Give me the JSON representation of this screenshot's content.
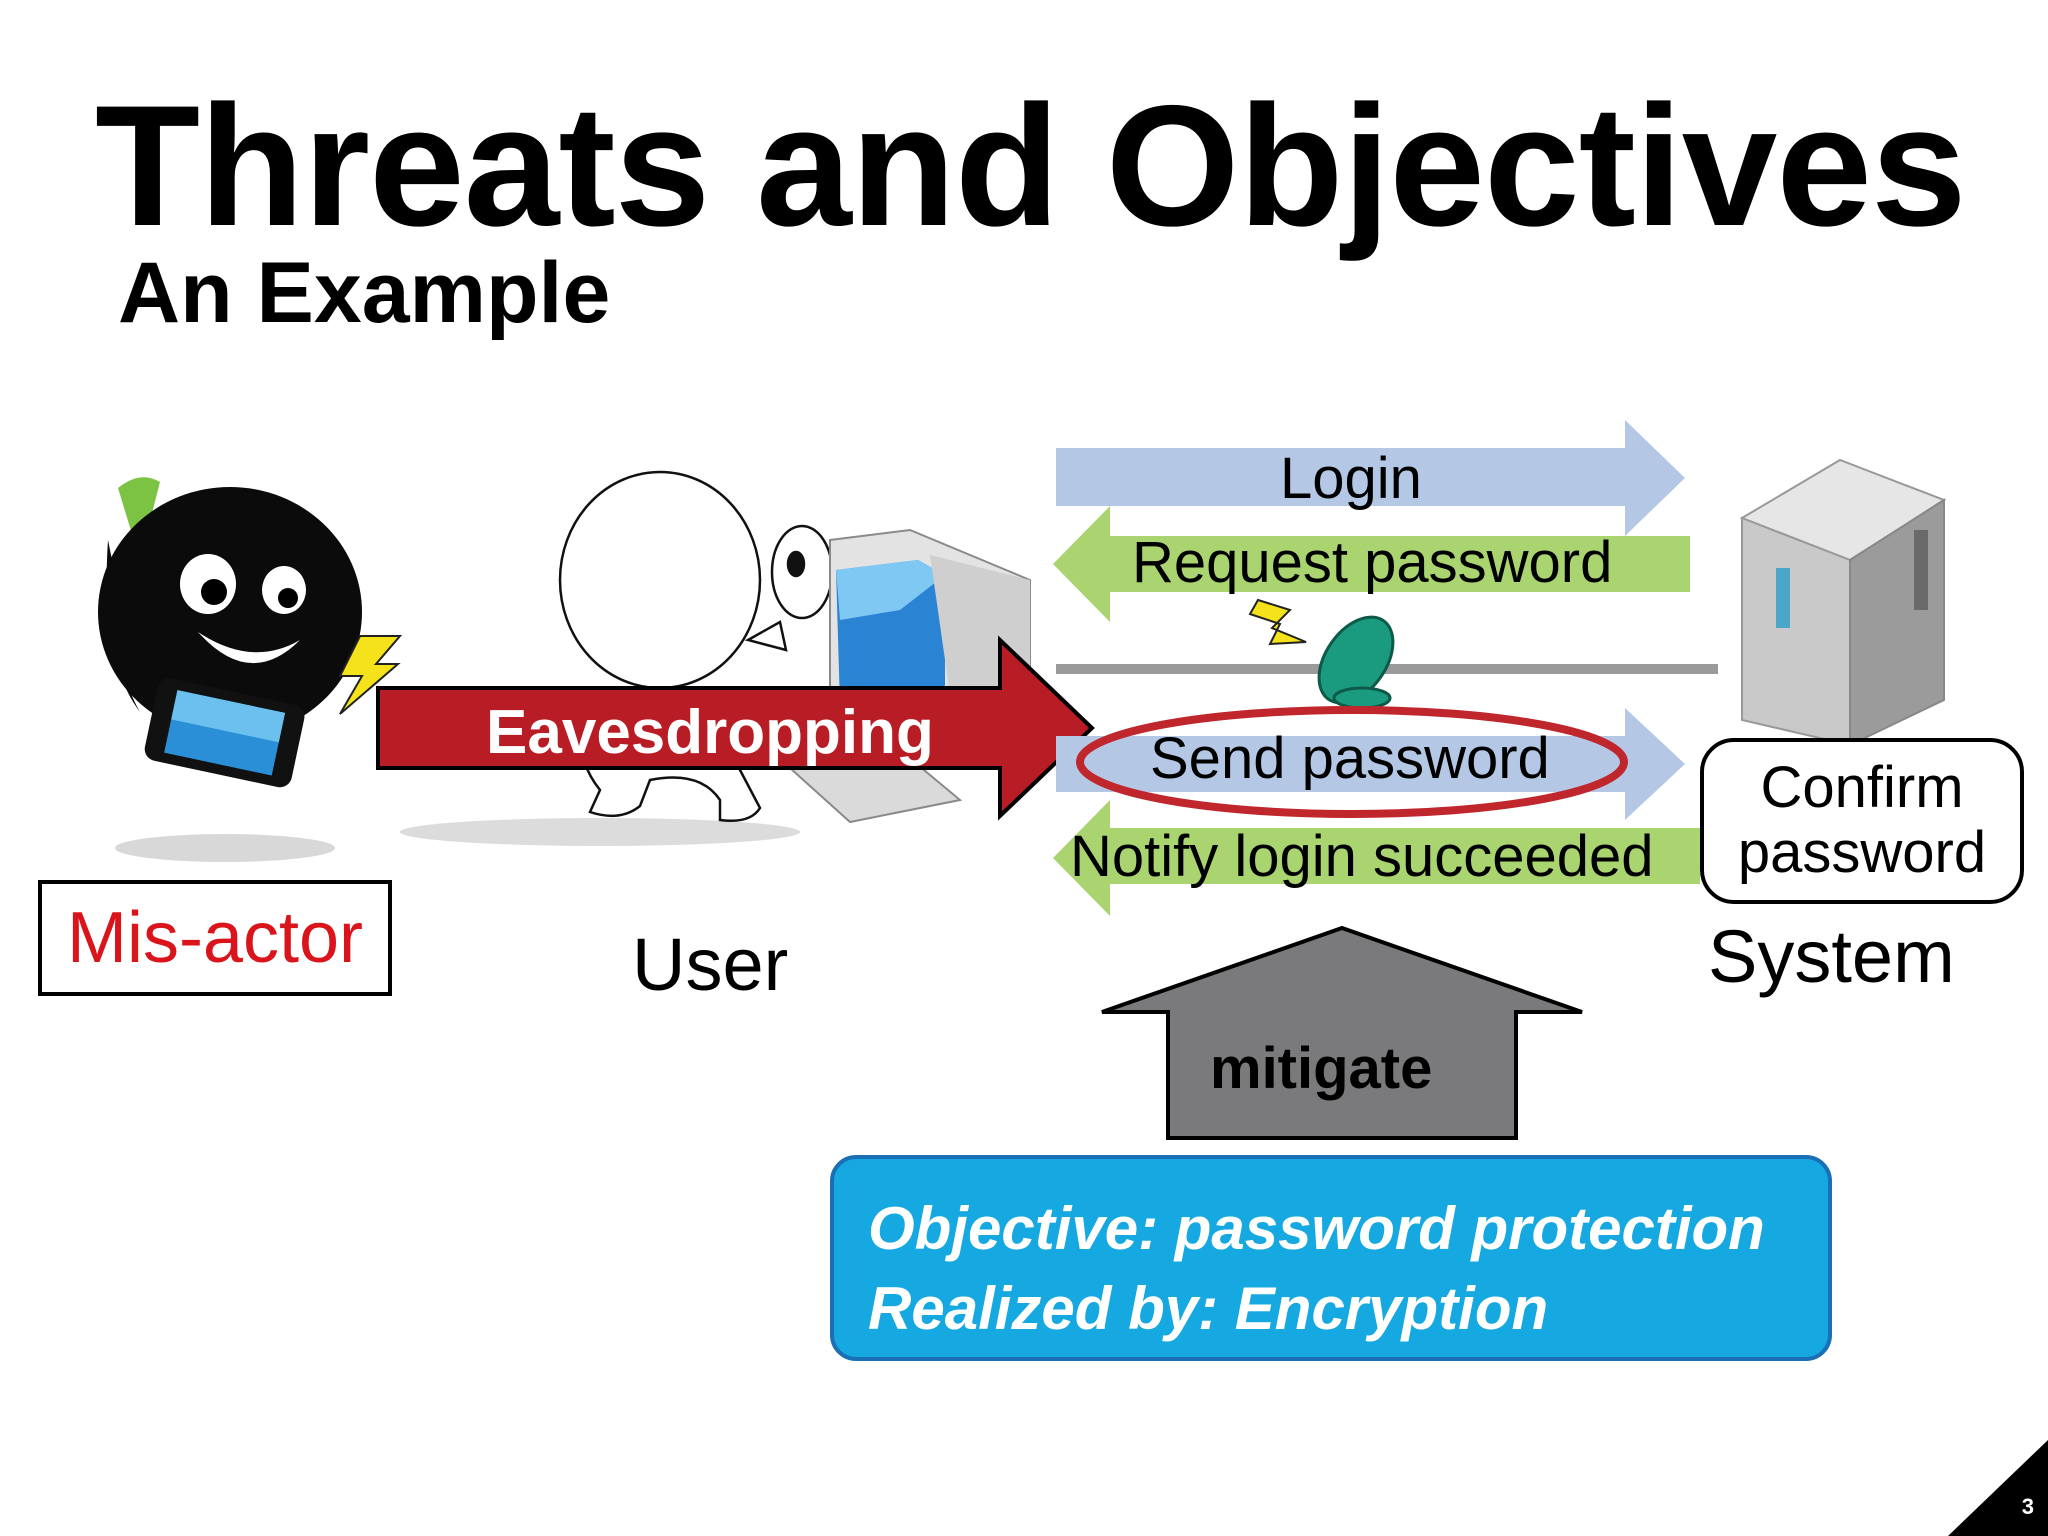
{
  "title": "Threats and Objectives",
  "subtitle": "An Example",
  "actors": {
    "misactor": "Mis-actor",
    "user": "User",
    "system": "System"
  },
  "messages": {
    "login": "Login",
    "request_password": "Request password",
    "send_password": "Send password",
    "notify": "Notify login succeeded"
  },
  "threat": {
    "label": "Eavesdropping"
  },
  "system_action": {
    "line1": "Confirm",
    "line2": "password"
  },
  "mitigation": {
    "label": "mitigate"
  },
  "objective": {
    "line1": "Objective: password protection",
    "line2": "Realized by: Encryption"
  },
  "page_number": "3",
  "colors": {
    "threat_arrow": "#b81c25",
    "forward_arrow": "#b4c8e6",
    "return_arrow": "#a9d46f",
    "highlight_ellipse": "#c0272d",
    "objective_fill": "#16a8e0",
    "mitigate_arrow": "#7a7a7c",
    "misactor_text": "#d9141b"
  },
  "icons": [
    "misactor-figure-icon",
    "smartphone-icon",
    "lightning-icon",
    "user-figure-icon",
    "computer-icon",
    "satellite-dish-icon",
    "server-icon"
  ]
}
